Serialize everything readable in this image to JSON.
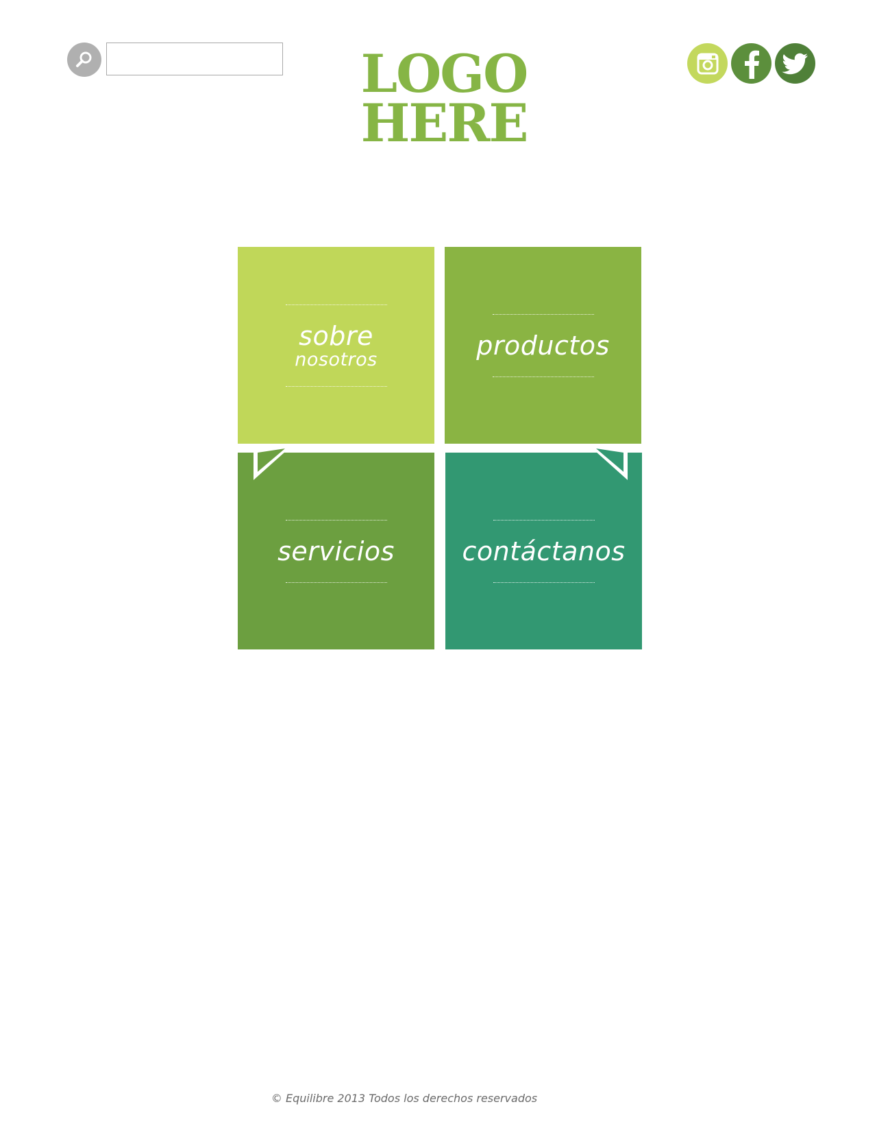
{
  "header": {
    "search": {
      "placeholder": "",
      "value": ""
    },
    "logo": {
      "line1": "LOGO",
      "line2": "HERE",
      "color": "#86b545"
    },
    "social": [
      {
        "name": "instagram-icon",
        "color": "#c3d85d"
      },
      {
        "name": "facebook-icon",
        "color": "#5c8f3c"
      },
      {
        "name": "twitter-icon",
        "color": "#4f8038"
      }
    ]
  },
  "tiles": {
    "about": {
      "label": "sobre",
      "sublabel": "nosotros",
      "color": "#c0d759"
    },
    "products": {
      "label": "productos",
      "color": "#8ab443"
    },
    "services": {
      "label": "servicios",
      "color": "#6c9f40"
    },
    "contact": {
      "label": "contáctanos",
      "color": "#329872"
    }
  },
  "footer": {
    "copyright": "© Equilibre 2013 Todos los derechos reservados"
  }
}
